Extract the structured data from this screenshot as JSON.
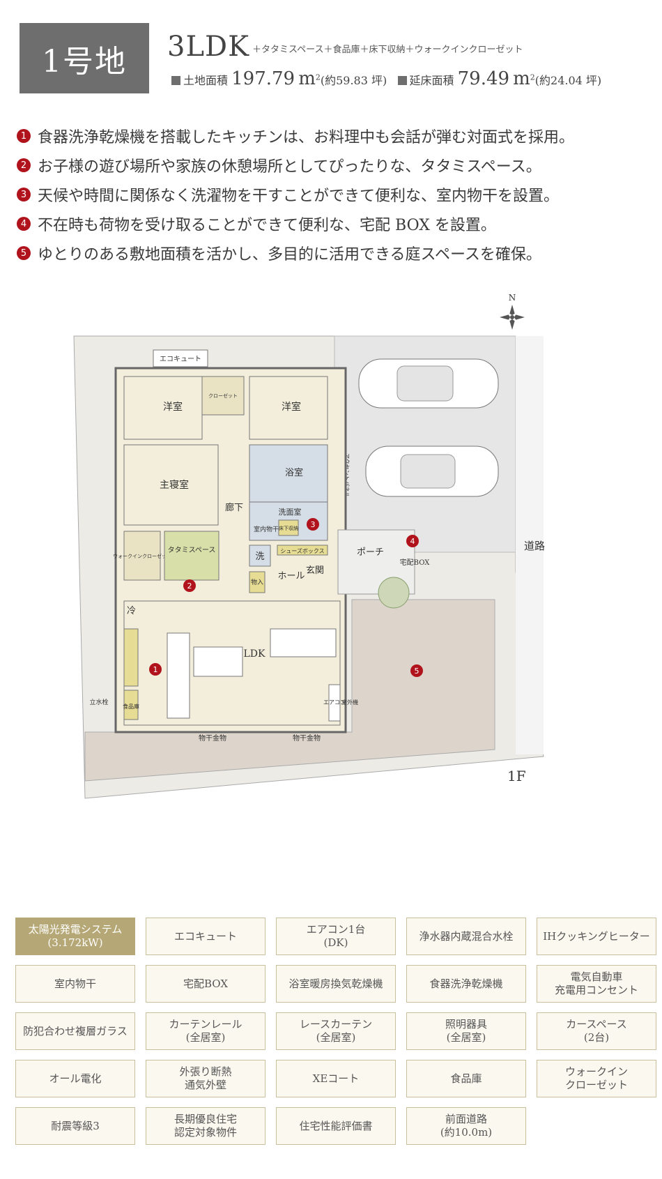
{
  "header": {
    "lot": "1号地",
    "plan_type": "3LDK",
    "extras": "＋タタミスペース＋食品庫＋床下収納＋ウォークインクローゼット",
    "land_label": "土地面積",
    "land_value": "197.79",
    "land_tsubo": "(約59.83 坪)",
    "floor_label": "延床面積",
    "floor_value": "79.49",
    "floor_tsubo": "(約24.04 坪)",
    "unit": "m"
  },
  "features": [
    {
      "num": "1",
      "text": "食器洗浄乾燥機を搭載したキッチンは、お料理中も会話が弾む対面式を採用。"
    },
    {
      "num": "2",
      "text": "お子様の遊び場所や家族の休憩場所としてぴったりな、タタミスペース。"
    },
    {
      "num": "3",
      "text": "天候や時間に関係なく洗濯物を干すことができて便利な、室内物干を設置。"
    },
    {
      "num": "4",
      "text": "不在時も荷物を受け取ることができて便利な、宅配 BOX を設置。"
    },
    {
      "num": "5",
      "text": "ゆとりのある敷地面積を活かし、多目的に活用できる庭スペースを確保。"
    }
  ],
  "floorplan": {
    "compass": "N",
    "floor": "1F",
    "labels": {
      "ecocute": "エコキュート",
      "western1": "洋室",
      "western2": "洋室",
      "closet": "クローゼット",
      "master": "主寝室",
      "bath": "浴室",
      "corridor": "廊下",
      "washroom": "洗面室",
      "dryer_rack": "室内物干",
      "underfloor": "床下収納",
      "walkin": "ウォークインクローゼット",
      "tatami": "タタミスペース",
      "wash": "洗",
      "shoes_box": "シューズボックス",
      "storage": "物入",
      "hall": "ホール",
      "entrance": "玄関",
      "porch": "ポーチ",
      "delivery": "宅配BOX",
      "road": "道路",
      "accent_panel": "アクセントパネル",
      "fridge": "冷",
      "ldk": "LDK",
      "pantry": "食品庫",
      "aircon": "エアコン",
      "outdoor_unit": "室外機",
      "faucet": "立水栓",
      "laundry_pole1": "物干金物",
      "laundry_pole2": "物干金物"
    },
    "markers": [
      "1",
      "2",
      "3",
      "4",
      "5"
    ]
  },
  "equipment": [
    {
      "label": "太陽光発電システム\n(3.172kW)",
      "highlight": true
    },
    {
      "label": "エコキュート"
    },
    {
      "label": "エアコン1台\n(DK)"
    },
    {
      "label": "浄水器内蔵混合水栓"
    },
    {
      "label": "IHクッキングヒーター"
    },
    {
      "label": "室内物干"
    },
    {
      "label": "宅配BOX"
    },
    {
      "label": "浴室暖房換気乾燥機"
    },
    {
      "label": "食器洗浄乾燥機"
    },
    {
      "label": "電気自動車\n充電用コンセント"
    },
    {
      "label": "防犯合わせ複層ガラス"
    },
    {
      "label": "カーテンレール\n(全居室)"
    },
    {
      "label": "レースカーテン\n(全居室)"
    },
    {
      "label": "照明器具\n(全居室)"
    },
    {
      "label": "カースペース\n(2台)"
    },
    {
      "label": "オール電化"
    },
    {
      "label": "外張り断熱\n通気外壁"
    },
    {
      "label": "XEコート"
    },
    {
      "label": "食品庫"
    },
    {
      "label": "ウォークイン\nクローゼット"
    },
    {
      "label": "耐震等級3"
    },
    {
      "label": "長期優良住宅\n認定対象物件"
    },
    {
      "label": "住宅性能評価書"
    },
    {
      "label": "前面道路\n(約10.0m)"
    }
  ],
  "colors": {
    "badge": "#6e6e6e",
    "marker": "#b0131c",
    "room": "#f3eedb",
    "tatami": "#d8dfa8",
    "wet": "#d5dde6",
    "garden": "#ddd5cc",
    "equip_highlight": "#b5a876"
  }
}
